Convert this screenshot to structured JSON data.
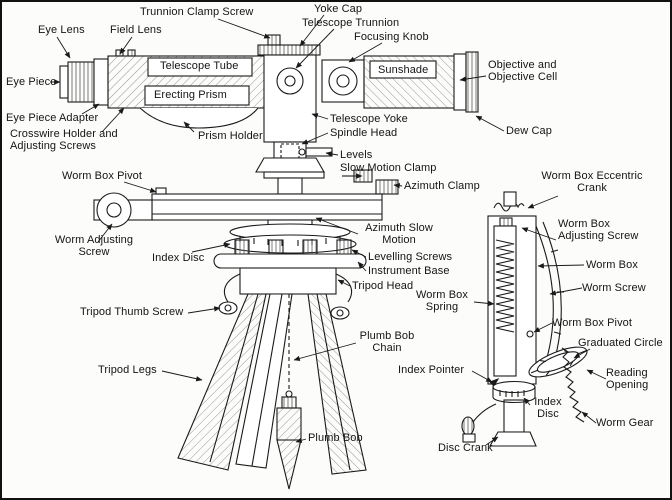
{
  "figure": {
    "type": "technical-diagram",
    "subject": "Surveying telescope instrument with tripod and worm box detail",
    "colors": {
      "ink": "#1a1a1a",
      "paper": "#fcfcfa"
    },
    "labels": {
      "eye_lens": "Eye Lens",
      "field_lens": "Field Lens",
      "trunnion_clamp_screw": "Trunnion Clamp Screw",
      "yoke_cap": "Yoke Cap",
      "telescope_trunnion": "Telescope Trunnion",
      "focusing_knob": "Focusing Knob",
      "eye_piece": "Eye Piece",
      "telescope_tube": "Telescope Tube",
      "sunshade": "Sunshade",
      "objective_and_objective_cell": "Objective and\nObjective Cell",
      "eye_piece_adapter": "Eye Piece Adapter",
      "erecting_prism": "Erecting Prism",
      "prism_holder": "Prism Holder",
      "crosswire_holder_and_adjusting_screws": "Crosswire Holder and\nAdjusting Screws",
      "telescope_yoke": "Telescope Yoke",
      "spindle_head": "Spindle Head",
      "dew_cap": "Dew Cap",
      "levels": "Levels",
      "slow_motion_clamp": "Slow Motion Clamp",
      "worm_box_pivot_left": "Worm Box Pivot",
      "azimuth_clamp": "Azimuth Clamp",
      "worm_adjusting_screw": "Worm Adjusting\nScrew",
      "index_disc_left": "Index Disc",
      "azimuth_slow_motion": "Azimuth Slow\nMotion",
      "levelling_screws": "Levelling Screws",
      "instrument_base": "Instrument Base",
      "tripod_head": "Tripod Head",
      "tripod_thumb_screw": "Tripod Thumb Screw",
      "plumb_bob_chain": "Plumb Bob\nChain",
      "tripod_legs": "Tripod Legs",
      "plumb_bob": "Plumb Bob",
      "worm_box_eccentric_crank": "Worm Box Eccentric\nCrank",
      "worm_box_adjusting_screw": "Worm Box\nAdjusting Screw",
      "worm_box": "Worm Box",
      "worm_screw": "Worm Screw",
      "worm_box_spring": "Worm Box\nSpring",
      "worm_box_pivot_right": "Worm Box Pivot",
      "graduated_circle": "Graduated Circle",
      "index_pointer": "Index Pointer",
      "reading_opening": "Reading\nOpening",
      "index_disc_right": "Index\nDisc",
      "worm_gear": "Worm Gear",
      "disc_crank": "Disc Crank"
    }
  }
}
